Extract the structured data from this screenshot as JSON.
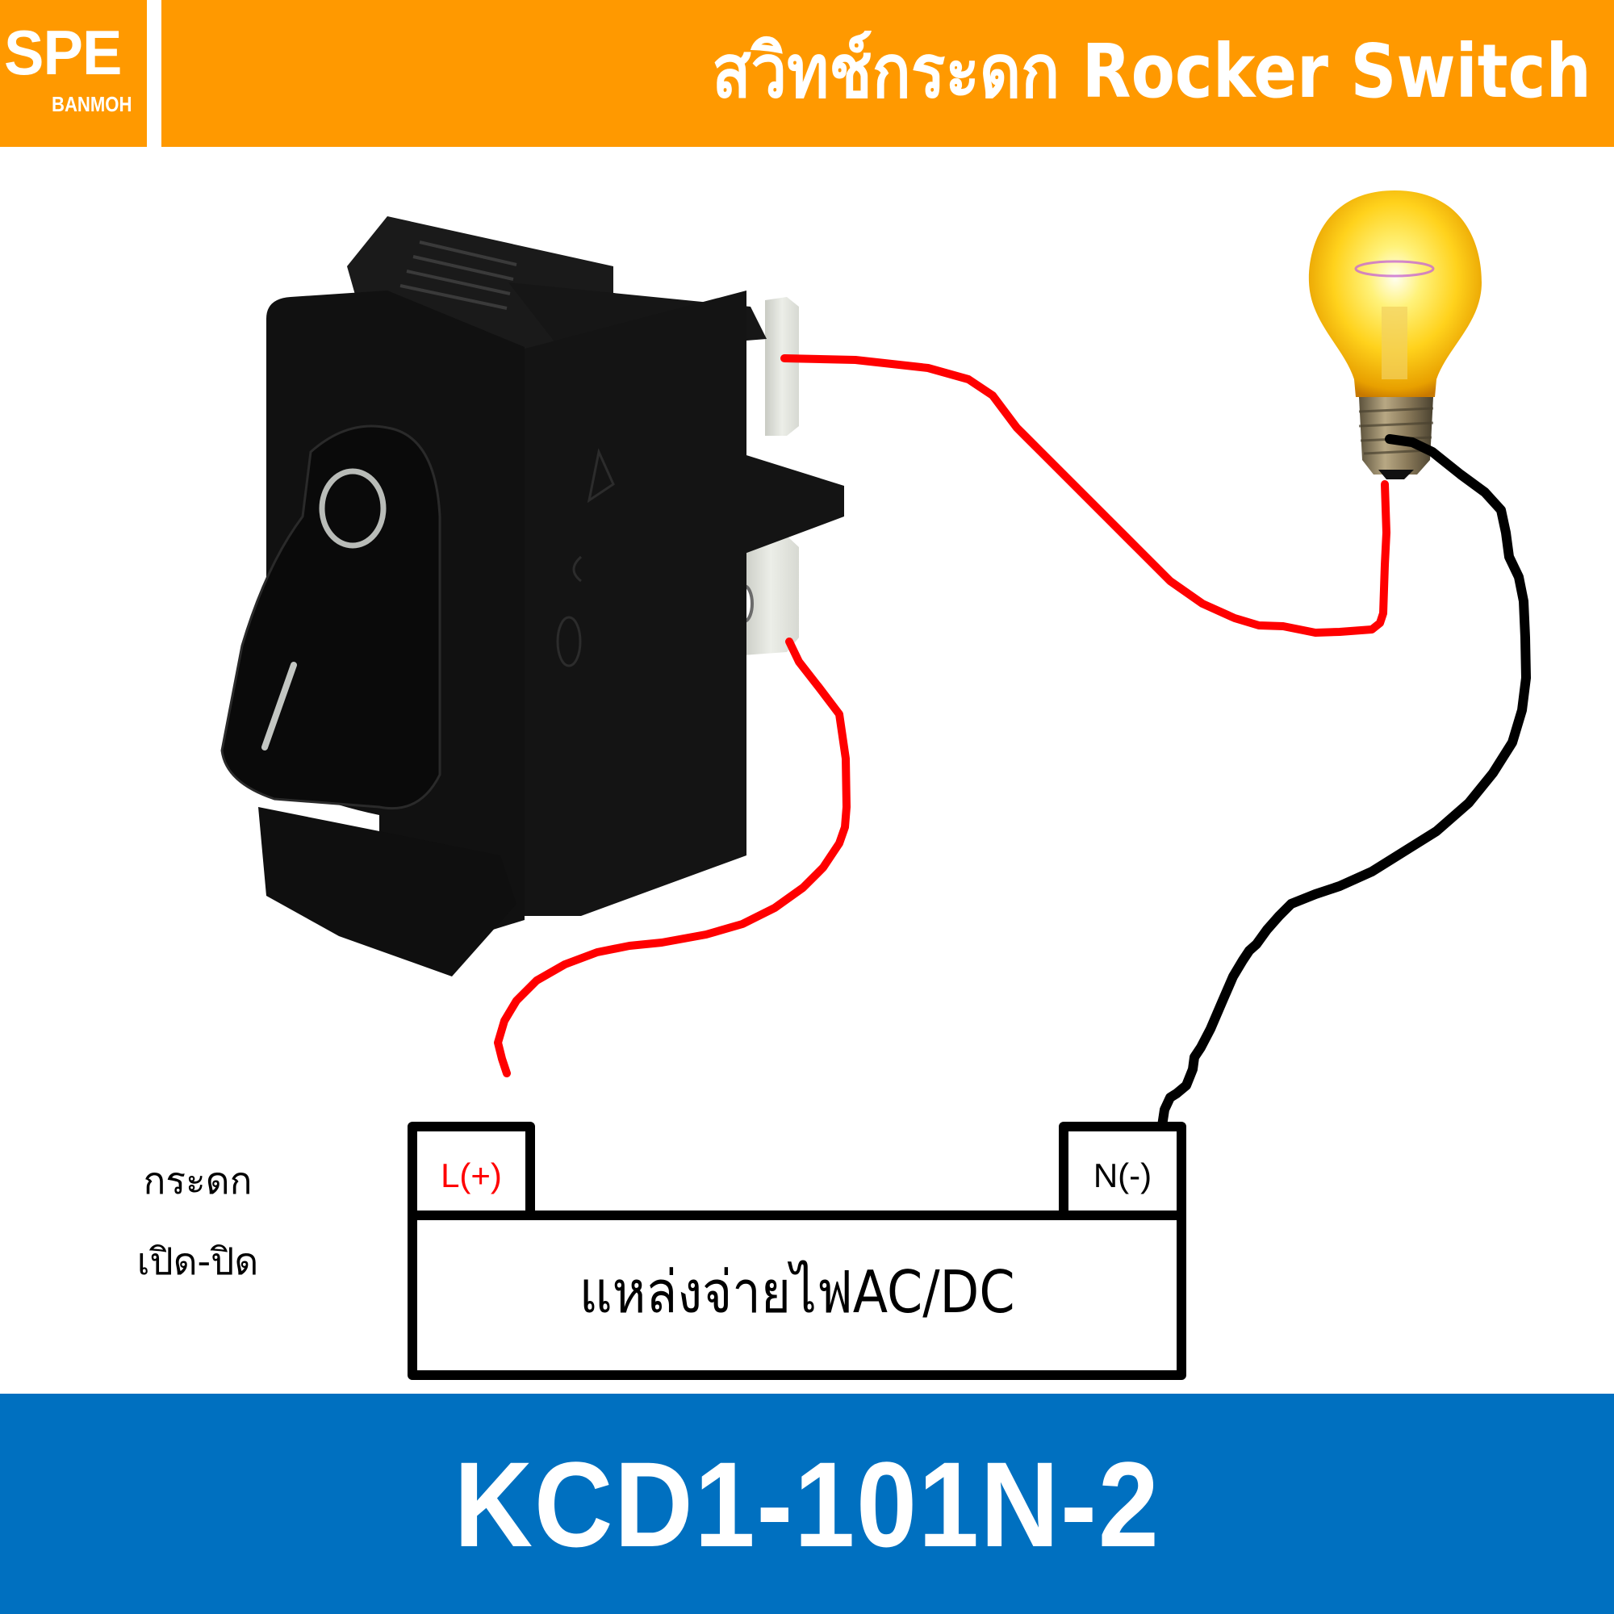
{
  "header": {
    "logo": {
      "main": "SPE",
      "sub": "BANMOH"
    },
    "title": "สวิทช์กระดก Rocker Switch",
    "background_color": "#FF9900",
    "text_color": "#FFFFFF"
  },
  "diagram": {
    "switch": {
      "name": "rocker-switch",
      "symbols": {
        "off": "O",
        "on": "I"
      },
      "body_color": "#111111",
      "terminal_color": "#E4E6E0"
    },
    "lamp": {
      "name": "light-bulb",
      "glass_color": "#FFC21A",
      "base_color": "#8A7A5A"
    },
    "side_labels": [
      "กระดก",
      "เปิด-ปิด"
    ],
    "power_supply": {
      "label": "แหล่งจ่ายไฟAC/DC",
      "terminals": [
        {
          "label": "L(+)",
          "color": "#FF0000"
        },
        {
          "label": "N(-)",
          "color": "#000000"
        }
      ]
    },
    "wires": [
      {
        "name": "switch-to-lamp",
        "color": "#FF0000"
      },
      {
        "name": "supply-L-to-switch",
        "color": "#FF0000"
      },
      {
        "name": "lamp-to-supply-N",
        "color": "#000000"
      }
    ]
  },
  "footer": {
    "model": "KCD1-101N-2",
    "background_color": "#0070C0",
    "text_color": "#FFFFFF"
  }
}
